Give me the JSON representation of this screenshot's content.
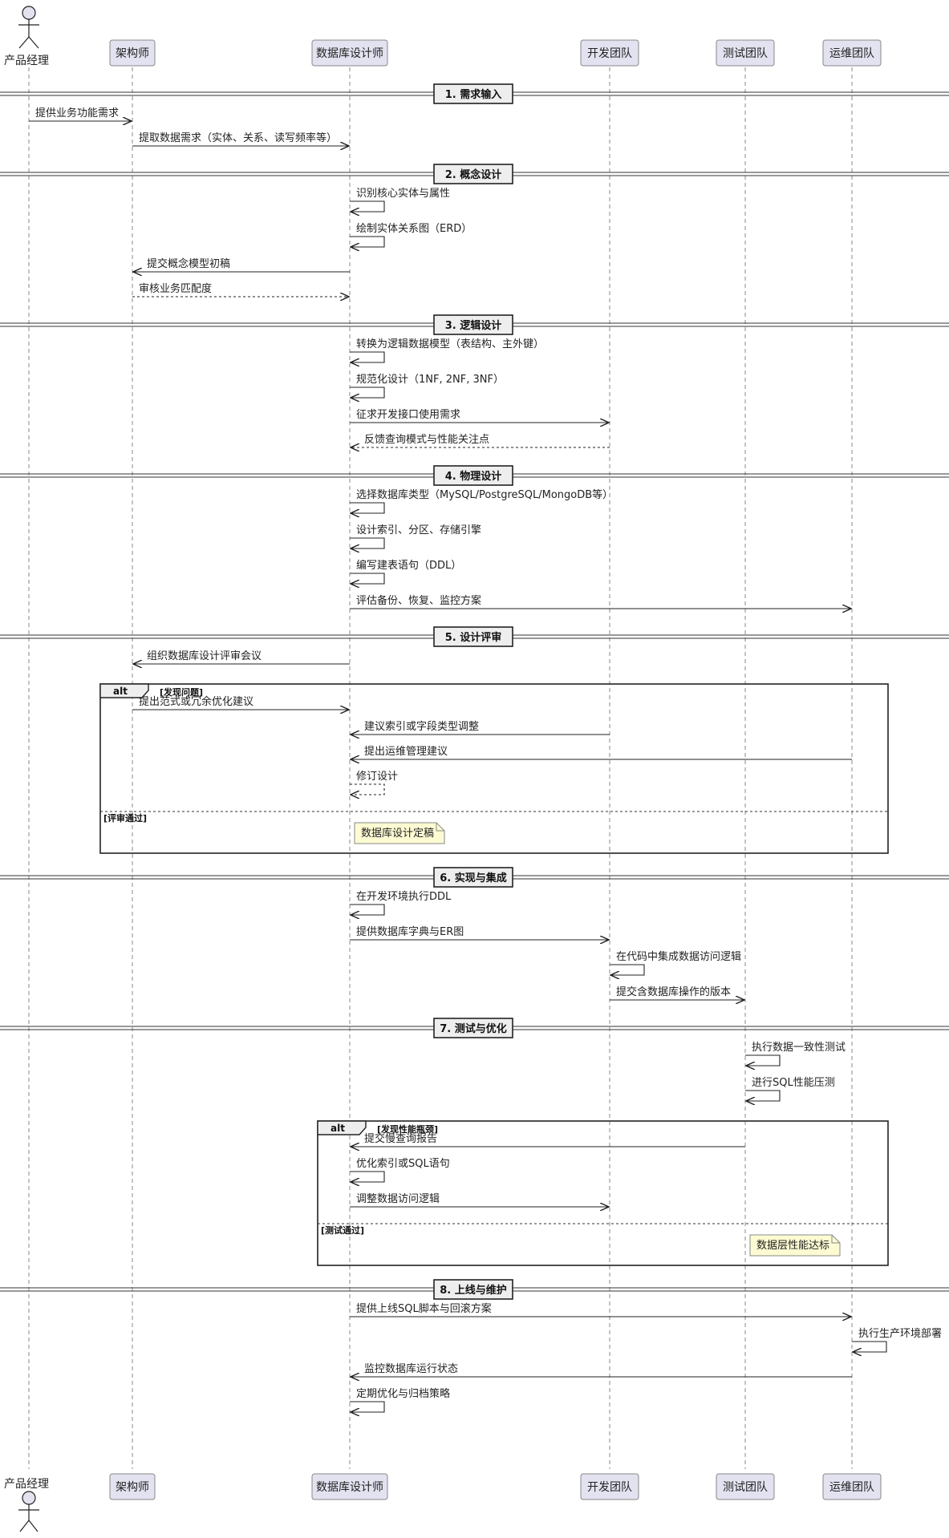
{
  "participants": [
    {
      "id": "pm",
      "label": "产品经理",
      "kind": "actor"
    },
    {
      "id": "arch",
      "label": "架构师",
      "kind": "box"
    },
    {
      "id": "dba",
      "label": "数据库设计师",
      "kind": "box"
    },
    {
      "id": "dev",
      "label": "开发团队",
      "kind": "box"
    },
    {
      "id": "qa",
      "label": "测试团队",
      "kind": "box"
    },
    {
      "id": "ops",
      "label": "运维团队",
      "kind": "box"
    }
  ],
  "sections": [
    {
      "title": "1. 需求输入",
      "steps": [
        {
          "type": "msg",
          "from": "pm",
          "to": "arch",
          "text": "提供业务功能需求"
        },
        {
          "type": "msg",
          "from": "arch",
          "to": "dba",
          "text": "提取数据需求（实体、关系、读写频率等）"
        }
      ]
    },
    {
      "title": "2. 概念设计",
      "steps": [
        {
          "type": "self",
          "on": "dba",
          "text": "识别核心实体与属性"
        },
        {
          "type": "self",
          "on": "dba",
          "text": "绘制实体关系图（ERD）"
        },
        {
          "type": "msg",
          "from": "dba",
          "to": "arch",
          "text": "提交概念模型初稿"
        },
        {
          "type": "msg",
          "from": "arch",
          "to": "dba",
          "text": "审核业务匹配度",
          "dashed": true
        }
      ]
    },
    {
      "title": "3. 逻辑设计",
      "steps": [
        {
          "type": "self",
          "on": "dba",
          "text": "转换为逻辑数据模型（表结构、主外键）"
        },
        {
          "type": "self",
          "on": "dba",
          "text": "规范化设计（1NF, 2NF, 3NF）"
        },
        {
          "type": "msg",
          "from": "dba",
          "to": "dev",
          "text": "征求开发接口使用需求"
        },
        {
          "type": "msg",
          "from": "dev",
          "to": "dba",
          "text": "反馈查询模式与性能关注点",
          "dashed": true
        }
      ]
    },
    {
      "title": "4. 物理设计",
      "steps": [
        {
          "type": "self",
          "on": "dba",
          "text": "选择数据库类型（MySQL/PostgreSQL/MongoDB等）"
        },
        {
          "type": "self",
          "on": "dba",
          "text": "设计索引、分区、存储引擎"
        },
        {
          "type": "self",
          "on": "dba",
          "text": "编写建表语句（DDL）"
        },
        {
          "type": "msg",
          "from": "dba",
          "to": "ops",
          "text": "评估备份、恢复、监控方案"
        }
      ]
    },
    {
      "title": "5. 设计评审",
      "steps": [
        {
          "type": "msg",
          "from": "dba",
          "to": "arch",
          "text": "组织数据库设计评审会议"
        },
        {
          "type": "alt",
          "keyword": "alt",
          "from": "arch",
          "to": "ops",
          "branches": [
            {
              "guard": "[发现问题]",
              "steps": [
                {
                  "type": "msg",
                  "from": "arch",
                  "to": "dba",
                  "text": "提出范式或冗余优化建议"
                },
                {
                  "type": "msg",
                  "from": "dev",
                  "to": "dba",
                  "text": "建议索引或字段类型调整"
                },
                {
                  "type": "msg",
                  "from": "ops",
                  "to": "dba",
                  "text": "提出运维管理建议"
                },
                {
                  "type": "self",
                  "on": "dba",
                  "text": "修订设计",
                  "dashed": true
                }
              ]
            },
            {
              "guard": "[评审通过]",
              "steps": [
                {
                  "type": "note",
                  "on": "dba",
                  "text": "数据库设计定稿"
                }
              ]
            }
          ]
        }
      ]
    },
    {
      "title": "6. 实现与集成",
      "steps": [
        {
          "type": "self",
          "on": "dba",
          "text": "在开发环境执行DDL"
        },
        {
          "type": "msg",
          "from": "dba",
          "to": "dev",
          "text": "提供数据库字典与ER图"
        },
        {
          "type": "self",
          "on": "dev",
          "text": "在代码中集成数据访问逻辑"
        },
        {
          "type": "msg",
          "from": "dev",
          "to": "qa",
          "text": "提交含数据库操作的版本"
        }
      ]
    },
    {
      "title": "7. 测试与优化",
      "steps": [
        {
          "type": "self",
          "on": "qa",
          "text": "执行数据一致性测试"
        },
        {
          "type": "self",
          "on": "qa",
          "text": "进行SQL性能压测"
        },
        {
          "type": "alt",
          "keyword": "alt",
          "from": "dba",
          "to": "ops",
          "branches": [
            {
              "guard": "[发现性能瓶颈]",
              "steps": [
                {
                  "type": "msg",
                  "from": "qa",
                  "to": "dba",
                  "text": "提交慢查询报告"
                },
                {
                  "type": "self",
                  "on": "dba",
                  "text": "优化索引或SQL语句"
                },
                {
                  "type": "msg",
                  "from": "dba",
                  "to": "dev",
                  "text": "调整数据访问逻辑"
                }
              ]
            },
            {
              "guard": "[测试通过]",
              "steps": [
                {
                  "type": "note",
                  "on": "qa",
                  "text": "数据层性能达标"
                }
              ]
            }
          ]
        }
      ]
    },
    {
      "title": "8. 上线与维护",
      "steps": [
        {
          "type": "msg",
          "from": "dba",
          "to": "ops",
          "text": "提供上线SQL脚本与回滚方案"
        },
        {
          "type": "self",
          "on": "ops",
          "text": "执行生产环境部署"
        },
        {
          "type": "msg",
          "from": "ops",
          "to": "dba",
          "text": "监控数据库运行状态"
        },
        {
          "type": "self",
          "on": "dba",
          "text": "定期优化与归档策略"
        }
      ]
    }
  ]
}
